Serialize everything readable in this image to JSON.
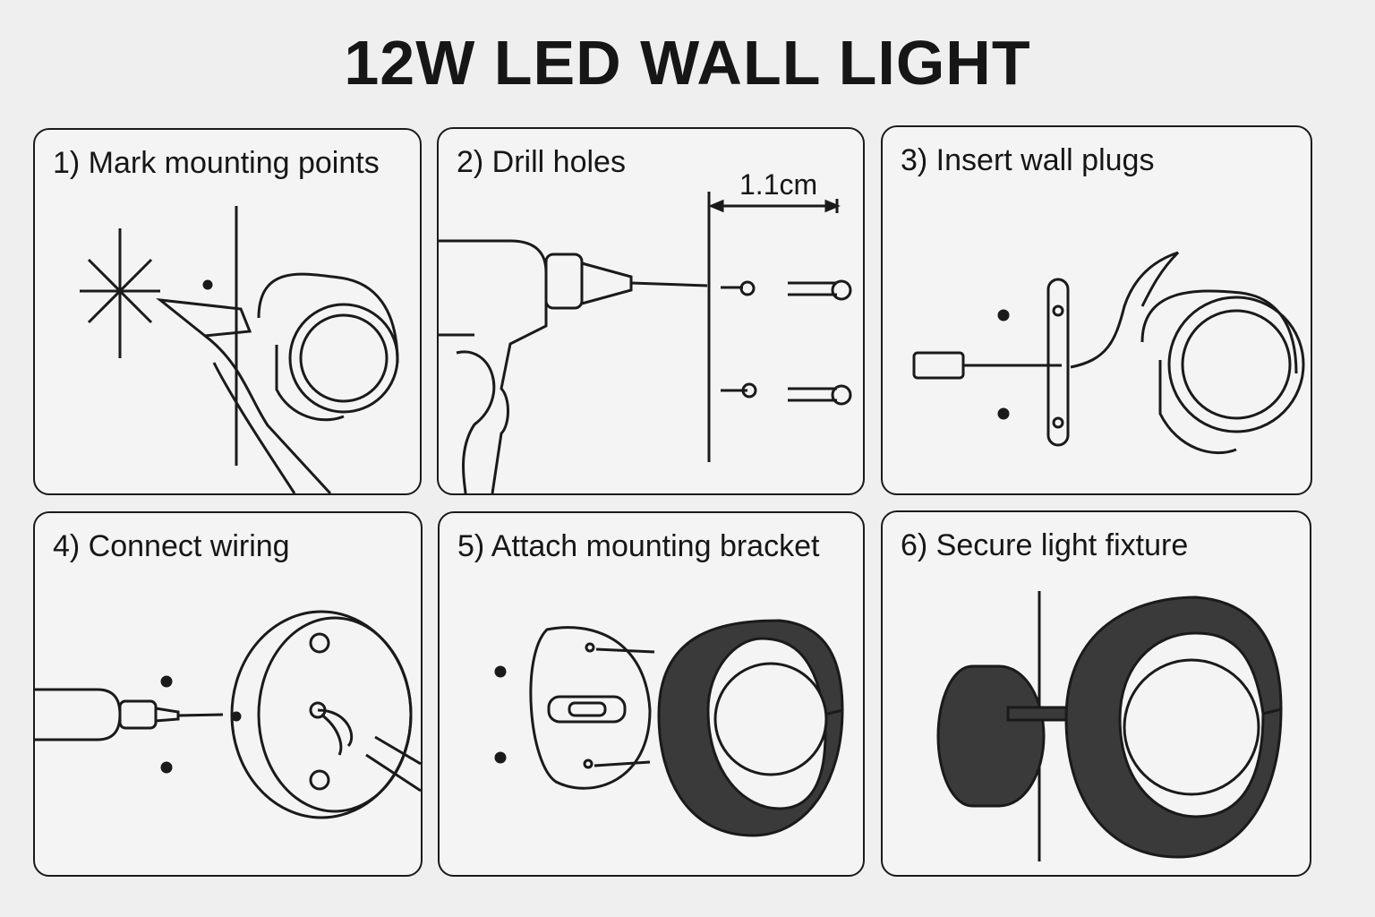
{
  "title": "12W LED WALL LIGHT",
  "steps": [
    {
      "label": "1) Mark mounting points"
    },
    {
      "label": "2) Drill holes",
      "dimension": "1.1cm"
    },
    {
      "label": "3) Insert wall plugs"
    },
    {
      "label": "4) Connect wiring"
    },
    {
      "label": "5) Attach mounting bracket"
    },
    {
      "label": "6) Secure light fixture"
    }
  ],
  "colors": {
    "line": "#1a1a1a",
    "fixture_fill": "#3a3a3a",
    "background": "#efefef"
  }
}
